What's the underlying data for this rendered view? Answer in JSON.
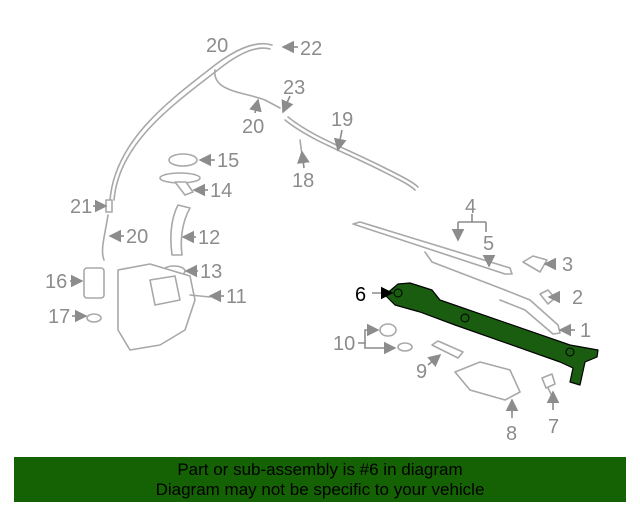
{
  "highlight_color": "#156205",
  "callouts": {
    "c20a": "20",
    "c22": "22",
    "c23": "23",
    "c20b": "20",
    "c19": "19",
    "c18": "18",
    "c15": "15",
    "c14": "14",
    "c21": "21",
    "c20c": "20",
    "c12": "12",
    "c16": "16",
    "c13": "13",
    "c11": "11",
    "c17": "17",
    "c4": "4",
    "c5": "5",
    "c3": "3",
    "c2": "2",
    "c6": "6",
    "c1": "1",
    "c10": "10",
    "c9": "9",
    "c8": "8",
    "c7": "7"
  },
  "banner": {
    "line1": "Part or sub-assembly is #6 in diagram",
    "line2": "Diagram may not be specific to your vehicle"
  }
}
